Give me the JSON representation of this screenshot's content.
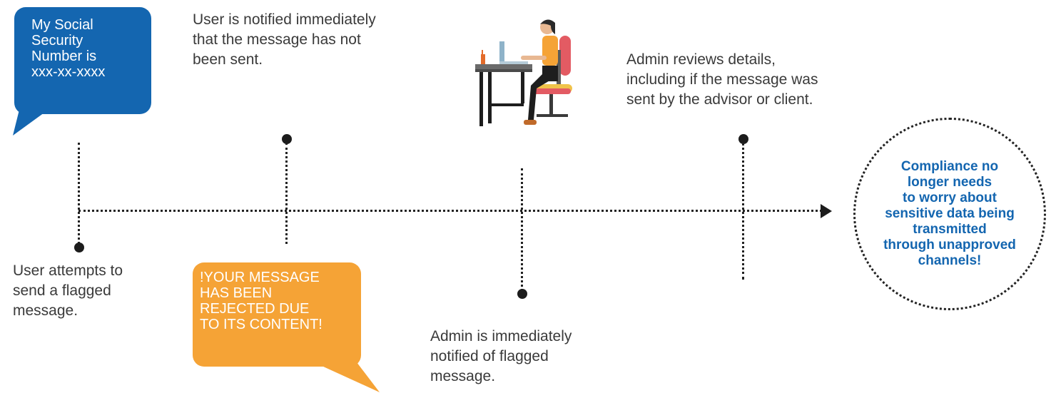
{
  "bubble_user": {
    "lines": [
      "My Social",
      "Security",
      "Number is",
      "xxx-xx-xxxx"
    ]
  },
  "bubble_reject": {
    "lines": [
      "!YOUR MESSAGE",
      "HAS BEEN",
      "REJECTED DUE",
      "TO ITS CONTENT!"
    ]
  },
  "steps": {
    "attempt": {
      "lines": [
        "User attempts to",
        "send a flagged",
        "message."
      ]
    },
    "notified_user": {
      "lines": [
        "User is notified immediately",
        "that the message has not",
        "been sent."
      ]
    },
    "notified_admin": {
      "lines": [
        "Admin is immediately",
        "notified of flagged",
        "message."
      ]
    },
    "review": {
      "lines": [
        "Admin reviews details,",
        "including if the message was",
        "sent by the advisor or client."
      ]
    }
  },
  "outcome": {
    "lines": [
      "Compliance no",
      "longer needs",
      "to worry about",
      "sensitive data being",
      "transmitted",
      "through unapproved",
      "channels!"
    ]
  },
  "colors": {
    "accent_blue": "#1466b0",
    "accent_orange": "#f5a336",
    "line": "#222222",
    "text": "#3a3a3a"
  }
}
